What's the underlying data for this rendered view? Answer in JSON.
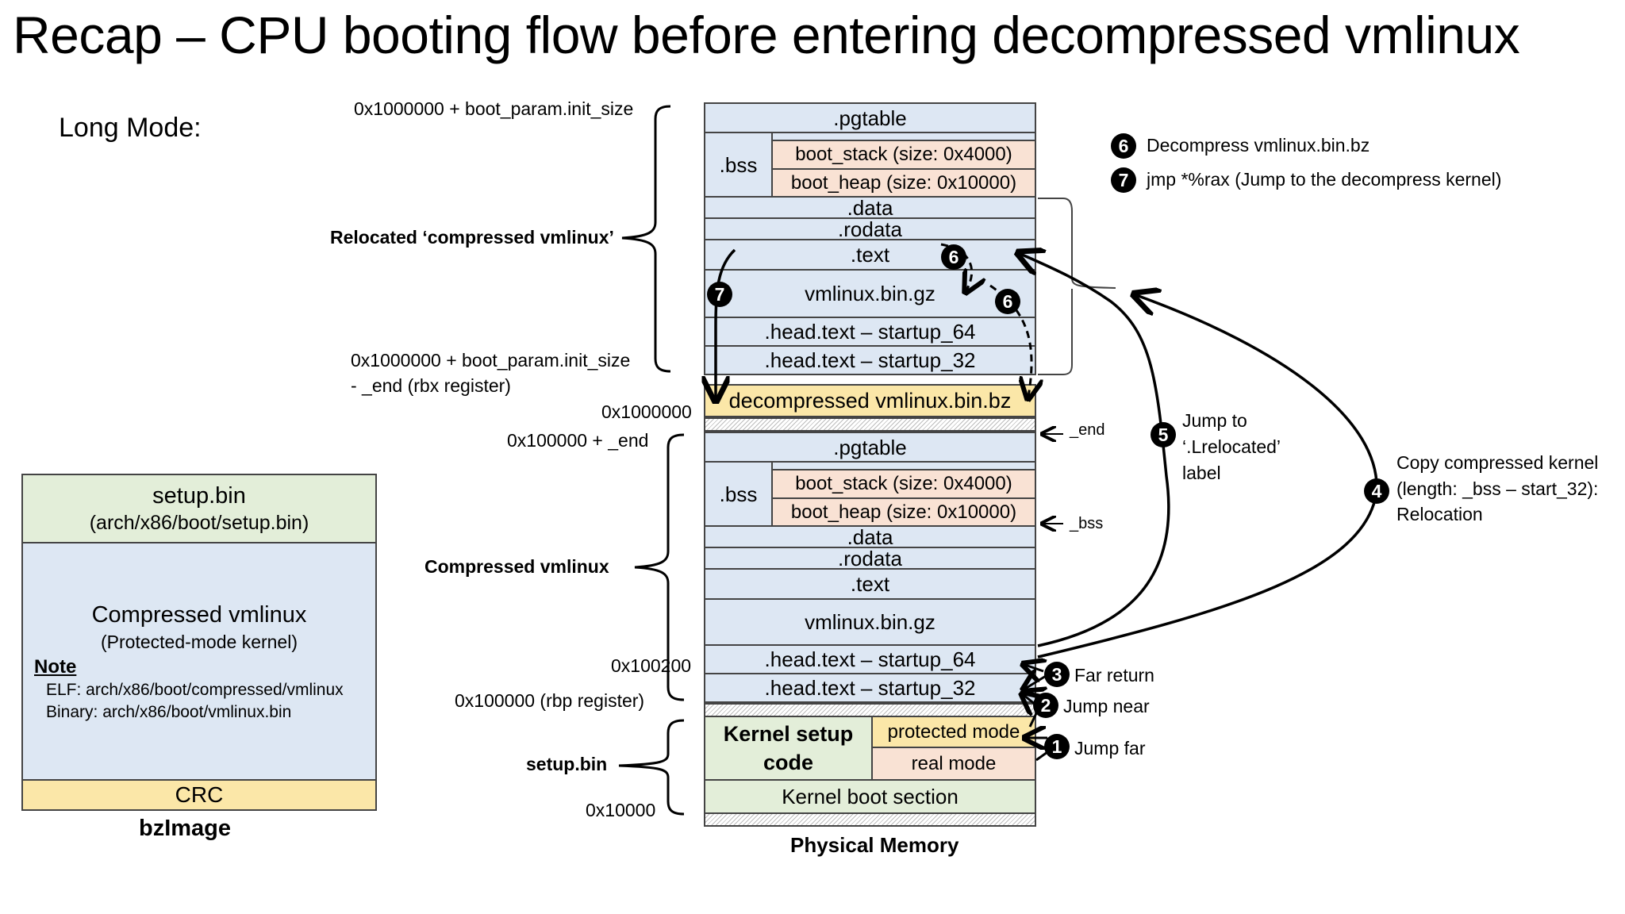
{
  "title": "Recap – CPU booting flow before entering decompressed vmlinux",
  "mode_label": "Long Mode:",
  "bzimage": {
    "setup_title": "setup.bin",
    "setup_path": "(arch/x86/boot/setup.bin)",
    "compressed_title": "Compressed vmlinux",
    "compressed_sub": "(Protected-mode kernel)",
    "note_heading": "Note",
    "note_elf": "ELF: arch/x86/boot/compressed/vmlinux",
    "note_binary": "Binary: arch/x86/boot/vmlinux.bin",
    "crc": "CRC",
    "caption": "bzImage"
  },
  "memory": {
    "caption": "Physical Memory",
    "relocated": {
      "pgtable": ".pgtable",
      "dots": "...",
      "bss": ".bss",
      "boot_stack": "boot_stack (size: 0x4000)",
      "boot_heap": "boot_heap (size: 0x10000)",
      "data": ".data",
      "rodata": ".rodata",
      "text": ".text",
      "vmlinux_gz": "vmlinux.bin.gz",
      "startup_64": ".head.text – startup_64",
      "startup_32": ".head.text – startup_32"
    },
    "decompressed": "decompressed vmlinux.bin.bz",
    "compressed": {
      "pgtable": ".pgtable",
      "dots": "...",
      "bss": ".bss",
      "boot_stack": "boot_stack (size: 0x4000)",
      "boot_heap": "boot_heap (size: 0x10000)",
      "data": ".data",
      "rodata": ".rodata",
      "text": ".text",
      "vmlinux_gz": "vmlinux.bin.gz",
      "startup_64": ".head.text – startup_64",
      "startup_32": ".head.text – startup_32"
    },
    "setup": {
      "kernel_setup_line1": "Kernel setup",
      "kernel_setup_line2": "code",
      "protected_mode": "protected mode",
      "real_mode": "real mode",
      "boot_section": "Kernel boot section"
    }
  },
  "addresses": {
    "top": "0x1000000 + boot_param.init_size",
    "mid_line1": "0x1000000 + boot_param.init_size",
    "mid_line2": "- _end (rbx register)",
    "a1000000": "0x1000000",
    "a100000_end": "0x100000 + _end",
    "a100200": "0x100200",
    "a100000_rbp": "0x100000 (rbp register)",
    "a10000": "0x10000"
  },
  "brace_labels": {
    "relocated": "Relocated ‘compressed vmlinux’",
    "compressed": "Compressed vmlinux",
    "setup": "setup.bin"
  },
  "markers": {
    "end": "_end",
    "bss": "_bss"
  },
  "steps": {
    "s1": {
      "num": "1",
      "text": "Jump far"
    },
    "s2": {
      "num": "2",
      "text": "Jump near"
    },
    "s3": {
      "num": "3",
      "text": "Far return"
    },
    "s4": {
      "num": "4",
      "line1": "Copy compressed kernel",
      "line2": "(length: _bss – start_32):",
      "line3": "Relocation"
    },
    "s5": {
      "num": "5",
      "line1": "Jump to",
      "line2": "‘.Lrelocated’",
      "line3": "label"
    },
    "s6": {
      "num": "6",
      "text": "Decompress vmlinux.bin.bz"
    },
    "s7": {
      "num": "7",
      "text": "jmp  *%rax (Jump to the decompress kernel)"
    }
  },
  "colors": {
    "blue": "#dde7f3",
    "orange": "#f9e2d4",
    "green": "#e3eed9",
    "yellow": "#fbe7a8"
  }
}
